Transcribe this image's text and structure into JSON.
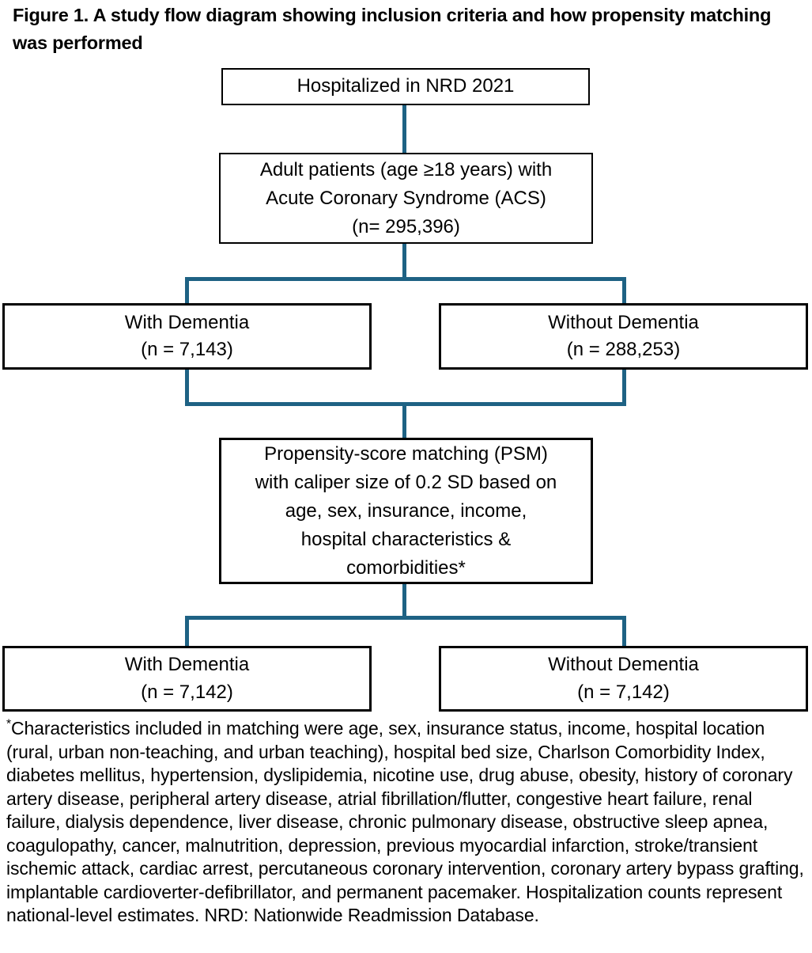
{
  "figure": {
    "title": "Figure 1. A study flow diagram showing inclusion criteria and how propensity matching was performed"
  },
  "flowchart": {
    "hospitalized_box": "Hospitalized in NRD 2021",
    "acs_box": "Adult patients (age ≥18 years) with\nAcute Coronary Syndrome (ACS)\n(n= 295,396)",
    "with_dementia_unmatched_box": "With Dementia\n(n = 7,143)",
    "without_dementia_unmatched_box": "Without Dementia\n(n = 288,253)",
    "psm_box": "Propensity-score matching (PSM)\nwith caliper size of 0.2 SD based on\nage, sex, insurance, income,\nhospital characteristics &\ncomorbidities*",
    "with_dementia_matched_box": "With Dementia\n(n = 7,142)",
    "without_dementia_matched_box": "Without Dementia\n(n = 7,142)"
  },
  "footnote": {
    "marker": "*",
    "text": "Characteristics included in matching were age, sex, insurance status, income, hospital location (rural, urban non-teaching, and urban teaching), hospital bed size, Charlson Comorbidity Index, diabetes mellitus, hypertension, dyslipidemia, nicotine use, drug abuse, obesity, history of coronary artery disease, peripheral artery disease, atrial fibrillation/flutter, congestive heart failure, renal failure, dialysis dependence, liver disease, chronic pulmonary disease, obstructive sleep apnea, coagulopathy, cancer, malnutrition, depression, previous myocardial infarction, stroke/transient ischemic attack, cardiac arrest, percutaneous coronary intervention, coronary artery bypass grafting, implantable cardioverter-defibrillator, and permanent pacemaker. Hospitalization counts represent national-level estimates. NRD: Nationwide Readmission Database."
  },
  "colors": {
    "connector": "#1e6284",
    "box_border": "#000000",
    "text": "#000000",
    "background": "#ffffff"
  }
}
